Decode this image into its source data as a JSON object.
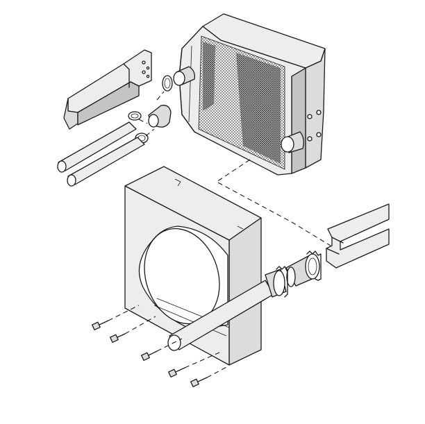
{
  "diagram": {
    "labels": []
  },
  "colors": {
    "line": "#1a1a1a",
    "shade_light": "#ededed",
    "shade_mid": "#dcdcdc",
    "shade_dark": "#c4c4c4",
    "background": "#ffffff"
  },
  "components": [
    "cooler-core",
    "mounting-bracket-upper",
    "hose-pair",
    "hose-clamps",
    "fan-shroud",
    "frame-rail",
    "tube-fitting",
    "outlet-tube",
    "shroud-bolts"
  ]
}
